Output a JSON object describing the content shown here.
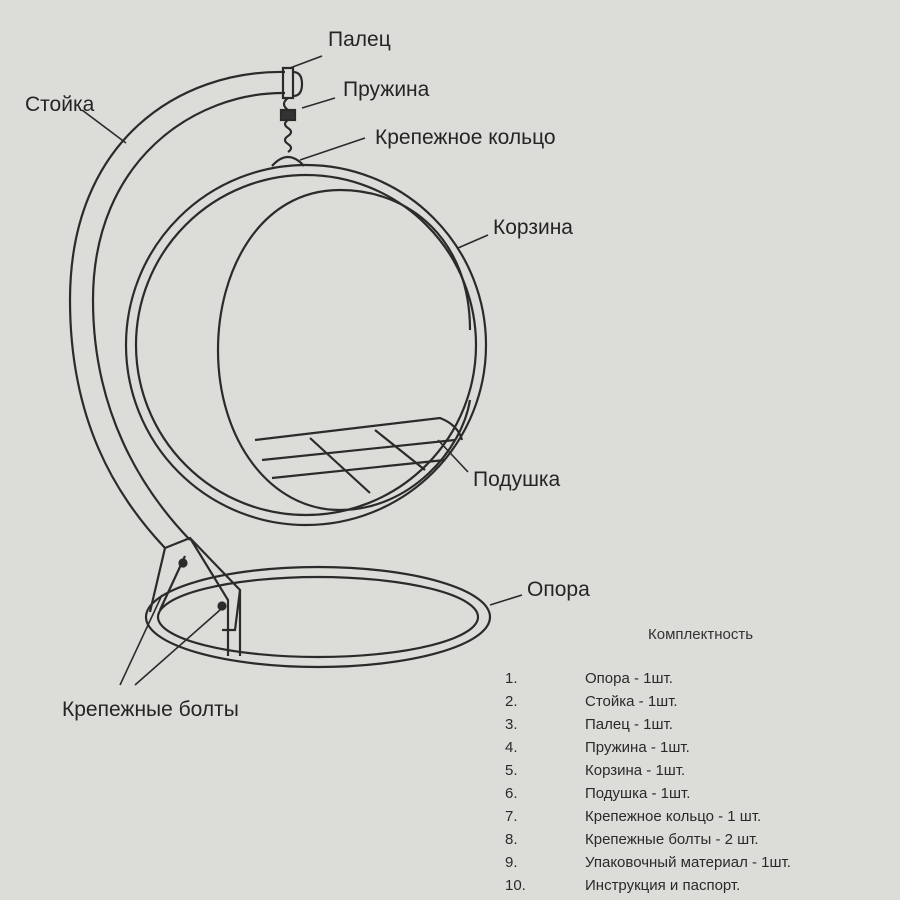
{
  "labels": {
    "finger": "Палец",
    "spring": "Пружина",
    "ring": "Крепежное кольцо",
    "stand": "Стойка",
    "basket": "Корзина",
    "cushion": "Подушка",
    "base": "Опора",
    "bolts": "Крепежные болты"
  },
  "contents": {
    "title": "Комплектность",
    "items": [
      {
        "num": "1.",
        "text": "Опора - 1шт."
      },
      {
        "num": "2.",
        "text": "Стойка - 1шт."
      },
      {
        "num": "3.",
        "text": "Палец - 1шт."
      },
      {
        "num": "4.",
        "text": "Пружина - 1шт."
      },
      {
        "num": "5.",
        "text": "Корзина - 1шт."
      },
      {
        "num": "6.",
        "text": "Подушка - 1шт."
      },
      {
        "num": "7.",
        "text": "Крепежное кольцо - 1 шт."
      },
      {
        "num": "8.",
        "text": "Крепежные болты - 2 шт."
      },
      {
        "num": "9.",
        "text": "Упаковочный материал - 1шт."
      },
      {
        "num": "10.",
        "text": "Инструкция и паспорт."
      }
    ]
  }
}
